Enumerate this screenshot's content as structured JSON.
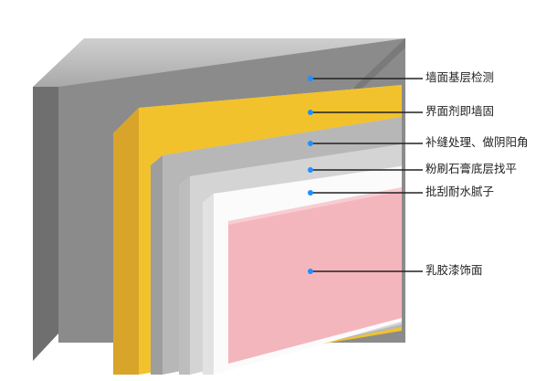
{
  "layers": [
    {
      "id": "wall-base",
      "label": "墙面基层检测",
      "color": "#8a8a8a",
      "marker_color": "#1e90ff"
    },
    {
      "id": "interface-agent",
      "label": "界面剂即墙固",
      "color": "#f4c430",
      "marker_color": "#1e90ff"
    },
    {
      "id": "crack-repair",
      "label": "补缝处理、做阴阳角",
      "color": "#b9b9b9",
      "marker_color": "#1e90ff"
    },
    {
      "id": "gypsum-level",
      "label": "粉刷石膏底层找平",
      "color": "#d6d6d6",
      "marker_color": "#1e90ff"
    },
    {
      "id": "putty",
      "label": "批刮耐水腻子",
      "color": "#ffffff",
      "marker_color": "#1e90ff"
    },
    {
      "id": "latex-paint",
      "label": "乳胶漆饰面",
      "color": "#f5b8be",
      "marker_color": "#1e90ff"
    }
  ]
}
